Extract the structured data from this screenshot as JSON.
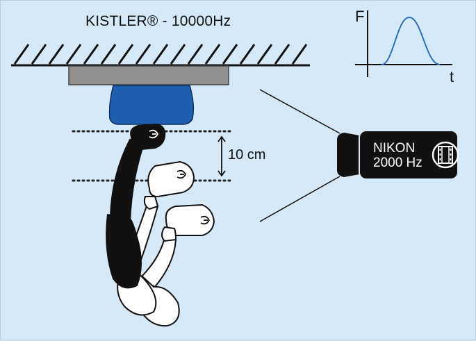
{
  "sensor_label": "KISTLER® - 10000Hz",
  "distance_label": "10 cm",
  "camera": {
    "brand": "NIKON",
    "rate": "2000 Hz",
    "icon": "film-icon"
  },
  "force_graph": {
    "y_axis_label": "F",
    "x_axis_label": "t"
  },
  "colors": {
    "background": "#d6e9f8",
    "target_pad": "#1f5fb0",
    "plate": "#8f8f8f",
    "curve": "#2a6fb8",
    "camera_body": "#111111"
  }
}
